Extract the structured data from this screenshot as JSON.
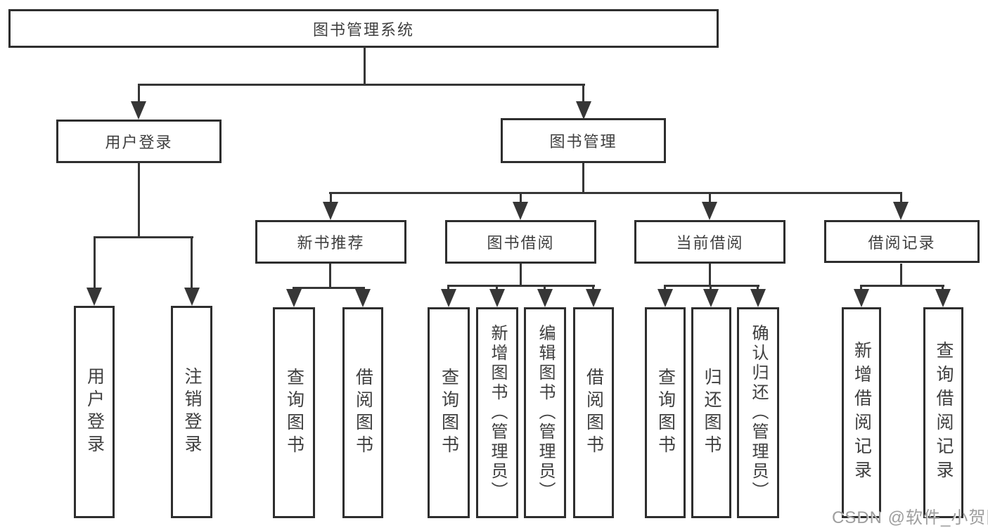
{
  "title": "图书管理系统",
  "watermark": "CSDN @软件_小贺同学",
  "colors": {
    "line": "#363636",
    "box_border": "#2e2e2e",
    "box_fill": "#ffffff",
    "text": "#3f3f3f",
    "watermark_text": "#9e9e9e",
    "background": "#ffffff"
  },
  "tree": {
    "root": {
      "label": "图书管理系统"
    },
    "level2": [
      {
        "label": "用户登录",
        "children": [
          "用户登录",
          "注销登录"
        ]
      },
      {
        "label": "图书管理"
      }
    ],
    "level3": [
      {
        "label": "新书推荐",
        "children": [
          "查询图书",
          "借阅图书"
        ]
      },
      {
        "label": "图书借阅",
        "children": [
          "查询图书",
          "新增图书（管理员）",
          "编辑图书（管理员）",
          "借阅图书"
        ]
      },
      {
        "label": "当前借阅",
        "children": [
          "查询图书",
          "归还图书",
          "确认归还（管理员）"
        ]
      },
      {
        "label": "借阅记录",
        "children": [
          "新增借阅记录",
          "查询借阅记录"
        ]
      }
    ]
  }
}
